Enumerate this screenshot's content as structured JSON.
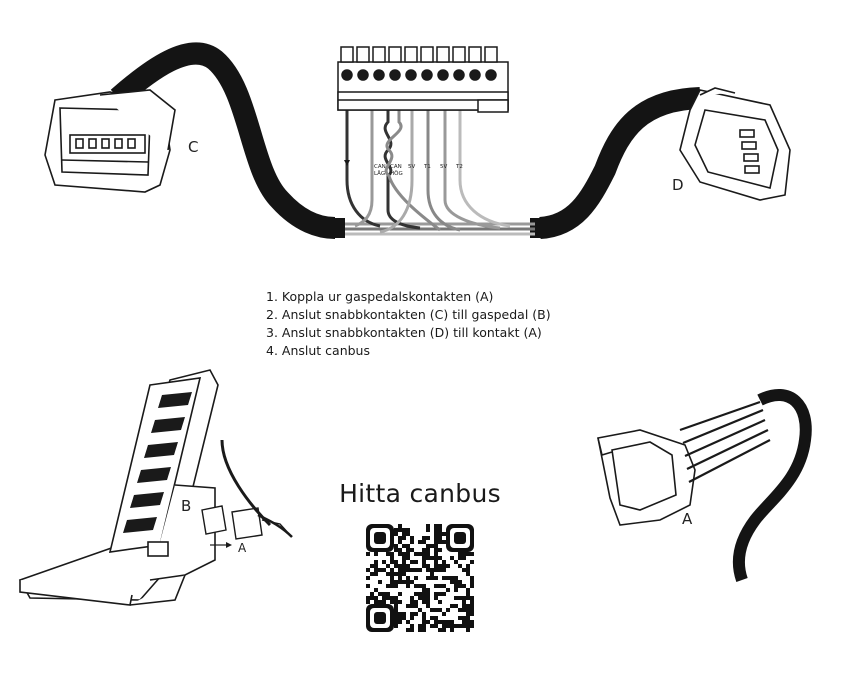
{
  "labels": {
    "connector_c": "C",
    "connector_d": "D",
    "connector_a": "A",
    "connector_b": "B",
    "arrow_a": "A"
  },
  "terminal_labels": {
    "can_low": [
      "CAN",
      "LÅG"
    ],
    "can_high": [
      "CAN",
      "HÖG"
    ],
    "t1_5v": "5V",
    "t1": "T1",
    "t2_5v": "5V",
    "t2": "T2"
  },
  "steps": [
    "1. Koppla ur gaspedalskontakten (A)",
    "2. Anslut snabbkontakten (C) till gaspedal (B)",
    "3. Anslut snabbkontakten (D) till kontakt (A)",
    "4. Anslut canbus"
  ],
  "qr": {
    "title": "Hitta canbus"
  },
  "colors": {
    "ink": "#1a1a1a",
    "cable_black": "#141414",
    "wire_grey": "#8a8a8a",
    "wire_light": "#b5b5b5",
    "background": "#ffffff"
  }
}
